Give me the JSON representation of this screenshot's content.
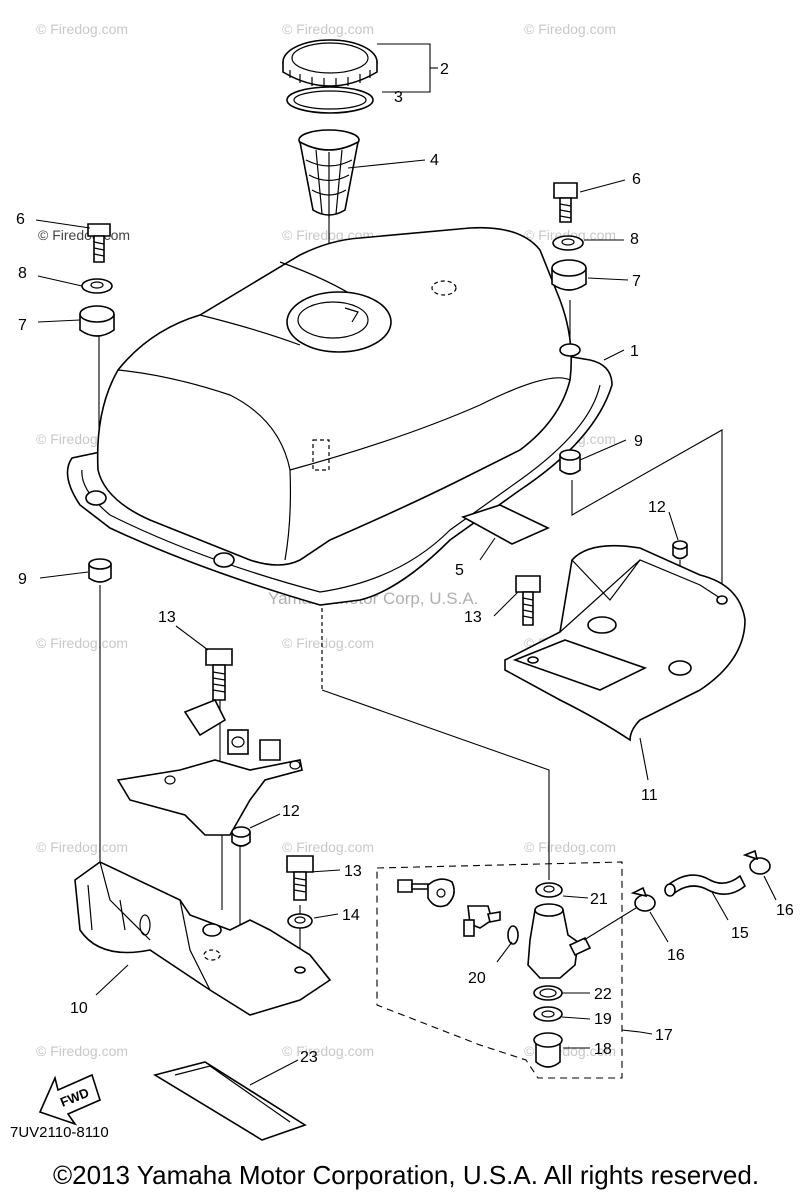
{
  "watermark": {
    "text": "© Firedog.com",
    "overlay_text": "Yamaha Motor Corp, U.S.A."
  },
  "callouts": [
    {
      "id": "1",
      "label": "1"
    },
    {
      "id": "2",
      "label": "2"
    },
    {
      "id": "3",
      "label": "3"
    },
    {
      "id": "4",
      "label": "4"
    },
    {
      "id": "5",
      "label": "5"
    },
    {
      "id": "6a",
      "label": "6"
    },
    {
      "id": "6b",
      "label": "6"
    },
    {
      "id": "7a",
      "label": "7"
    },
    {
      "id": "7b",
      "label": "7"
    },
    {
      "id": "8a",
      "label": "8"
    },
    {
      "id": "8b",
      "label": "8"
    },
    {
      "id": "9a",
      "label": "9"
    },
    {
      "id": "9b",
      "label": "9"
    },
    {
      "id": "10",
      "label": "10"
    },
    {
      "id": "11",
      "label": "11"
    },
    {
      "id": "12a",
      "label": "12"
    },
    {
      "id": "12b",
      "label": "12"
    },
    {
      "id": "13a",
      "label": "13"
    },
    {
      "id": "13b",
      "label": "13"
    },
    {
      "id": "13c",
      "label": "13"
    },
    {
      "id": "14",
      "label": "14"
    },
    {
      "id": "15",
      "label": "15"
    },
    {
      "id": "16a",
      "label": "16"
    },
    {
      "id": "16b",
      "label": "16"
    },
    {
      "id": "17",
      "label": "17"
    },
    {
      "id": "18",
      "label": "18"
    },
    {
      "id": "19",
      "label": "19"
    },
    {
      "id": "20",
      "label": "20"
    },
    {
      "id": "21",
      "label": "21"
    },
    {
      "id": "22",
      "label": "22"
    },
    {
      "id": "23",
      "label": "23"
    }
  ],
  "fwd_label": "FWD",
  "diagram_code": "7UV2110-8110",
  "copyright": "©2013 Yamaha Motor Corporation, U.S.A. All rights reserved."
}
